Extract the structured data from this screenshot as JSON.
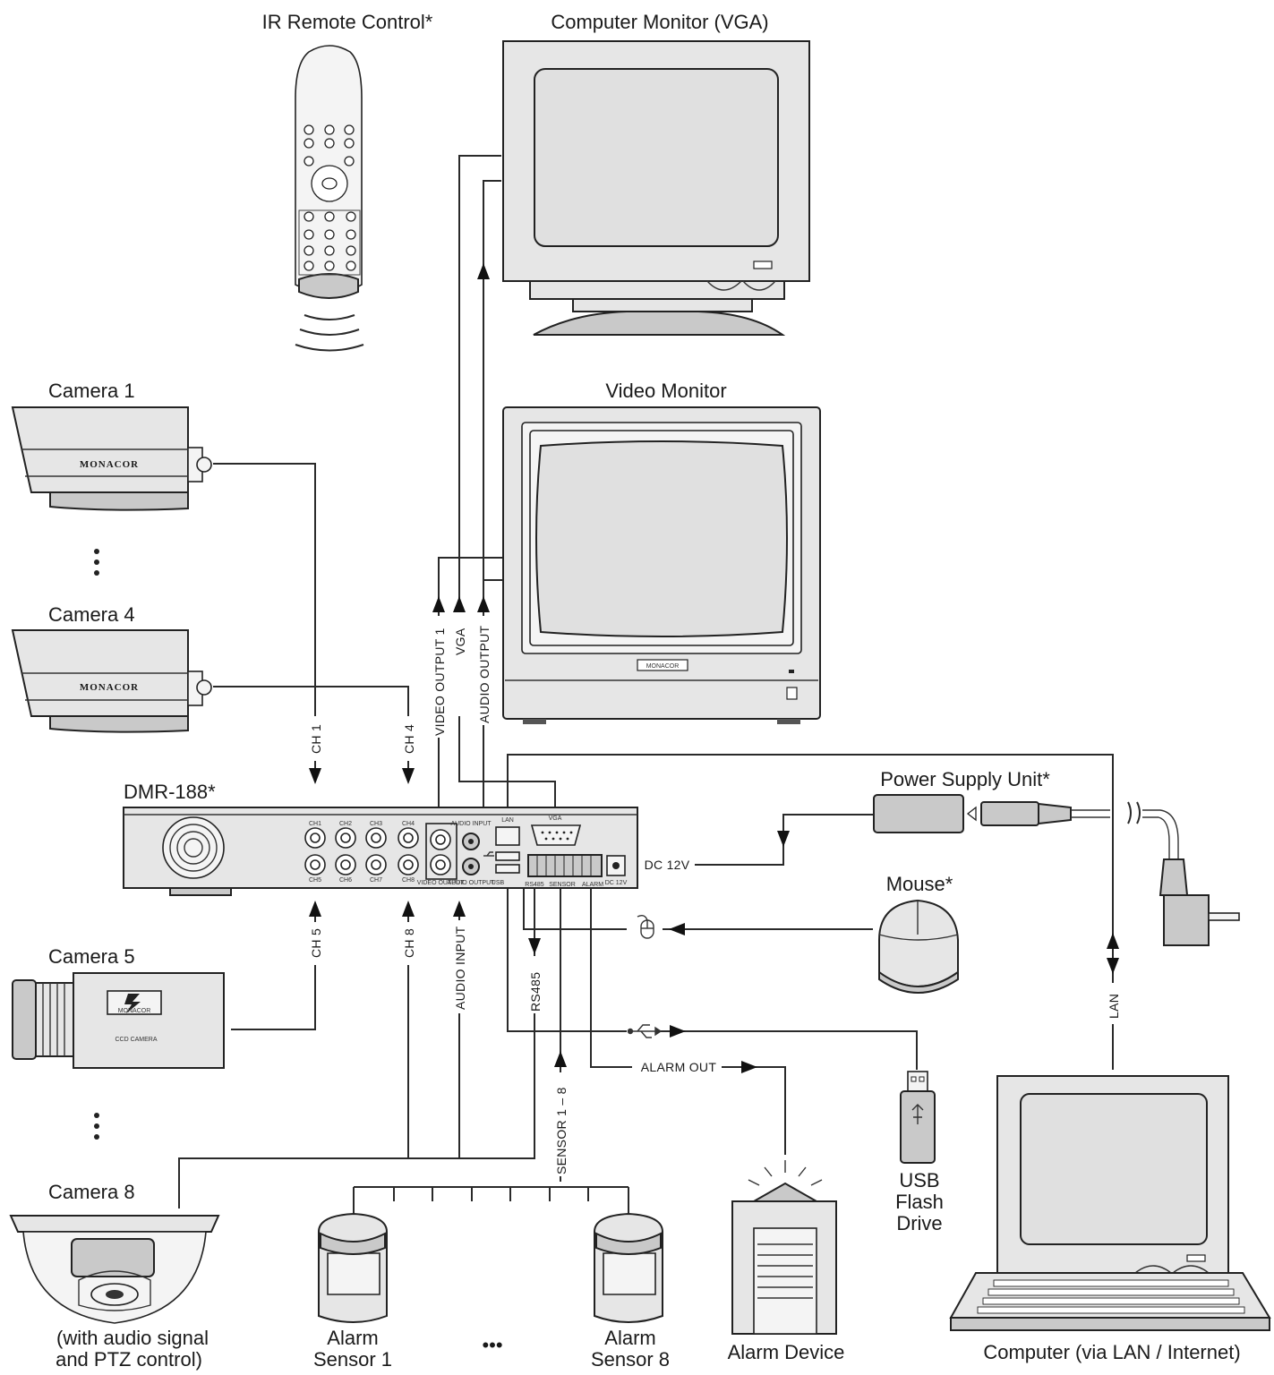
{
  "devices": {
    "remote": "IR Remote Control*",
    "computer_monitor": "Computer Monitor (VGA)",
    "video_monitor": "Video Monitor",
    "camera1": "Camera 1",
    "camera4": "Camera 4",
    "camera5": "Camera 5",
    "camera8": "Camera 8",
    "camera8_note_1": "(with audio signal",
    "camera8_note_2": "and PTZ control)",
    "dvr": "DMR-188*",
    "psu": "Power Supply Unit*",
    "mouse": "Mouse*",
    "usb_1": "USB",
    "usb_2": "Flash",
    "usb_3": "Drive",
    "alarm_sensor1_1": "Alarm",
    "alarm_sensor1_2": "Sensor 1",
    "alarm_sensor8_1": "Alarm",
    "alarm_sensor8_2": "Sensor 8",
    "ellipsis": "•••",
    "alarm_device": "Alarm Device",
    "computer": "Computer (via LAN / Internet)",
    "brand": "MONACOR",
    "brand_mark": "MONACOR",
    "ccd_camera": "CCD CAMERA"
  },
  "connections": {
    "ch1": "CH 1",
    "ch4": "CH 4",
    "ch5": "CH 5",
    "ch8": "CH 8",
    "video_output_1": "VIDEO OUTPUT 1",
    "vga": "VGA",
    "audio_output": "AUDIO OUTPUT",
    "audio_input": "AUDIO INPUT",
    "rs485": "RS485",
    "sensor": "SENSOR 1 – 8",
    "alarm_out": "ALARM OUT",
    "dc12v": "DC 12V",
    "lan": "LAN"
  },
  "panel_labels": {
    "ch1": "CH1",
    "ch2": "CH2",
    "ch3": "CH3",
    "ch4": "CH4",
    "ch5": "CH5",
    "ch6": "CH6",
    "ch7": "CH7",
    "ch8": "CH8",
    "video_output": "VIDEO OUTPUT",
    "audio_input": "AUDIO INPUT",
    "audio_output": "AUDIO OUTPUT",
    "lan": "LAN",
    "vga": "VGA",
    "rs485": "RS485",
    "sensor": "SENSOR",
    "alarm": "ALARM",
    "dc12v": "DC 12V",
    "usb": "USB"
  }
}
